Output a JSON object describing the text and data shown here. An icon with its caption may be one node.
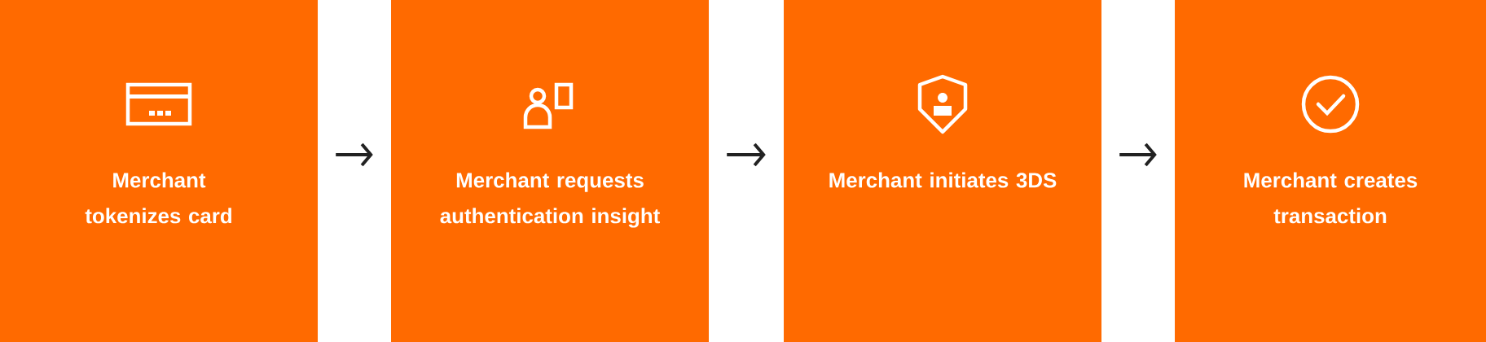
{
  "diagram": {
    "nodes": [
      {
        "text": [
          "Merchant tokenizes card"
        ]
      },
      {
        "text": [
          "Merchant requests authentication insight"
        ]
      },
      {
        "text": [
          "Merchant initiates 3DS"
        ]
      },
      {
        "text": [
          "Merchant creates transaction"
        ]
      }
    ],
    "edges": [
      {
        "from": 0,
        "to": 1,
        "arrow": "to"
      },
      {
        "from": 1,
        "to": 2,
        "arrow": "to"
      },
      {
        "from": 2,
        "to": 3,
        "arrow": "to"
      }
    ]
  }
}
